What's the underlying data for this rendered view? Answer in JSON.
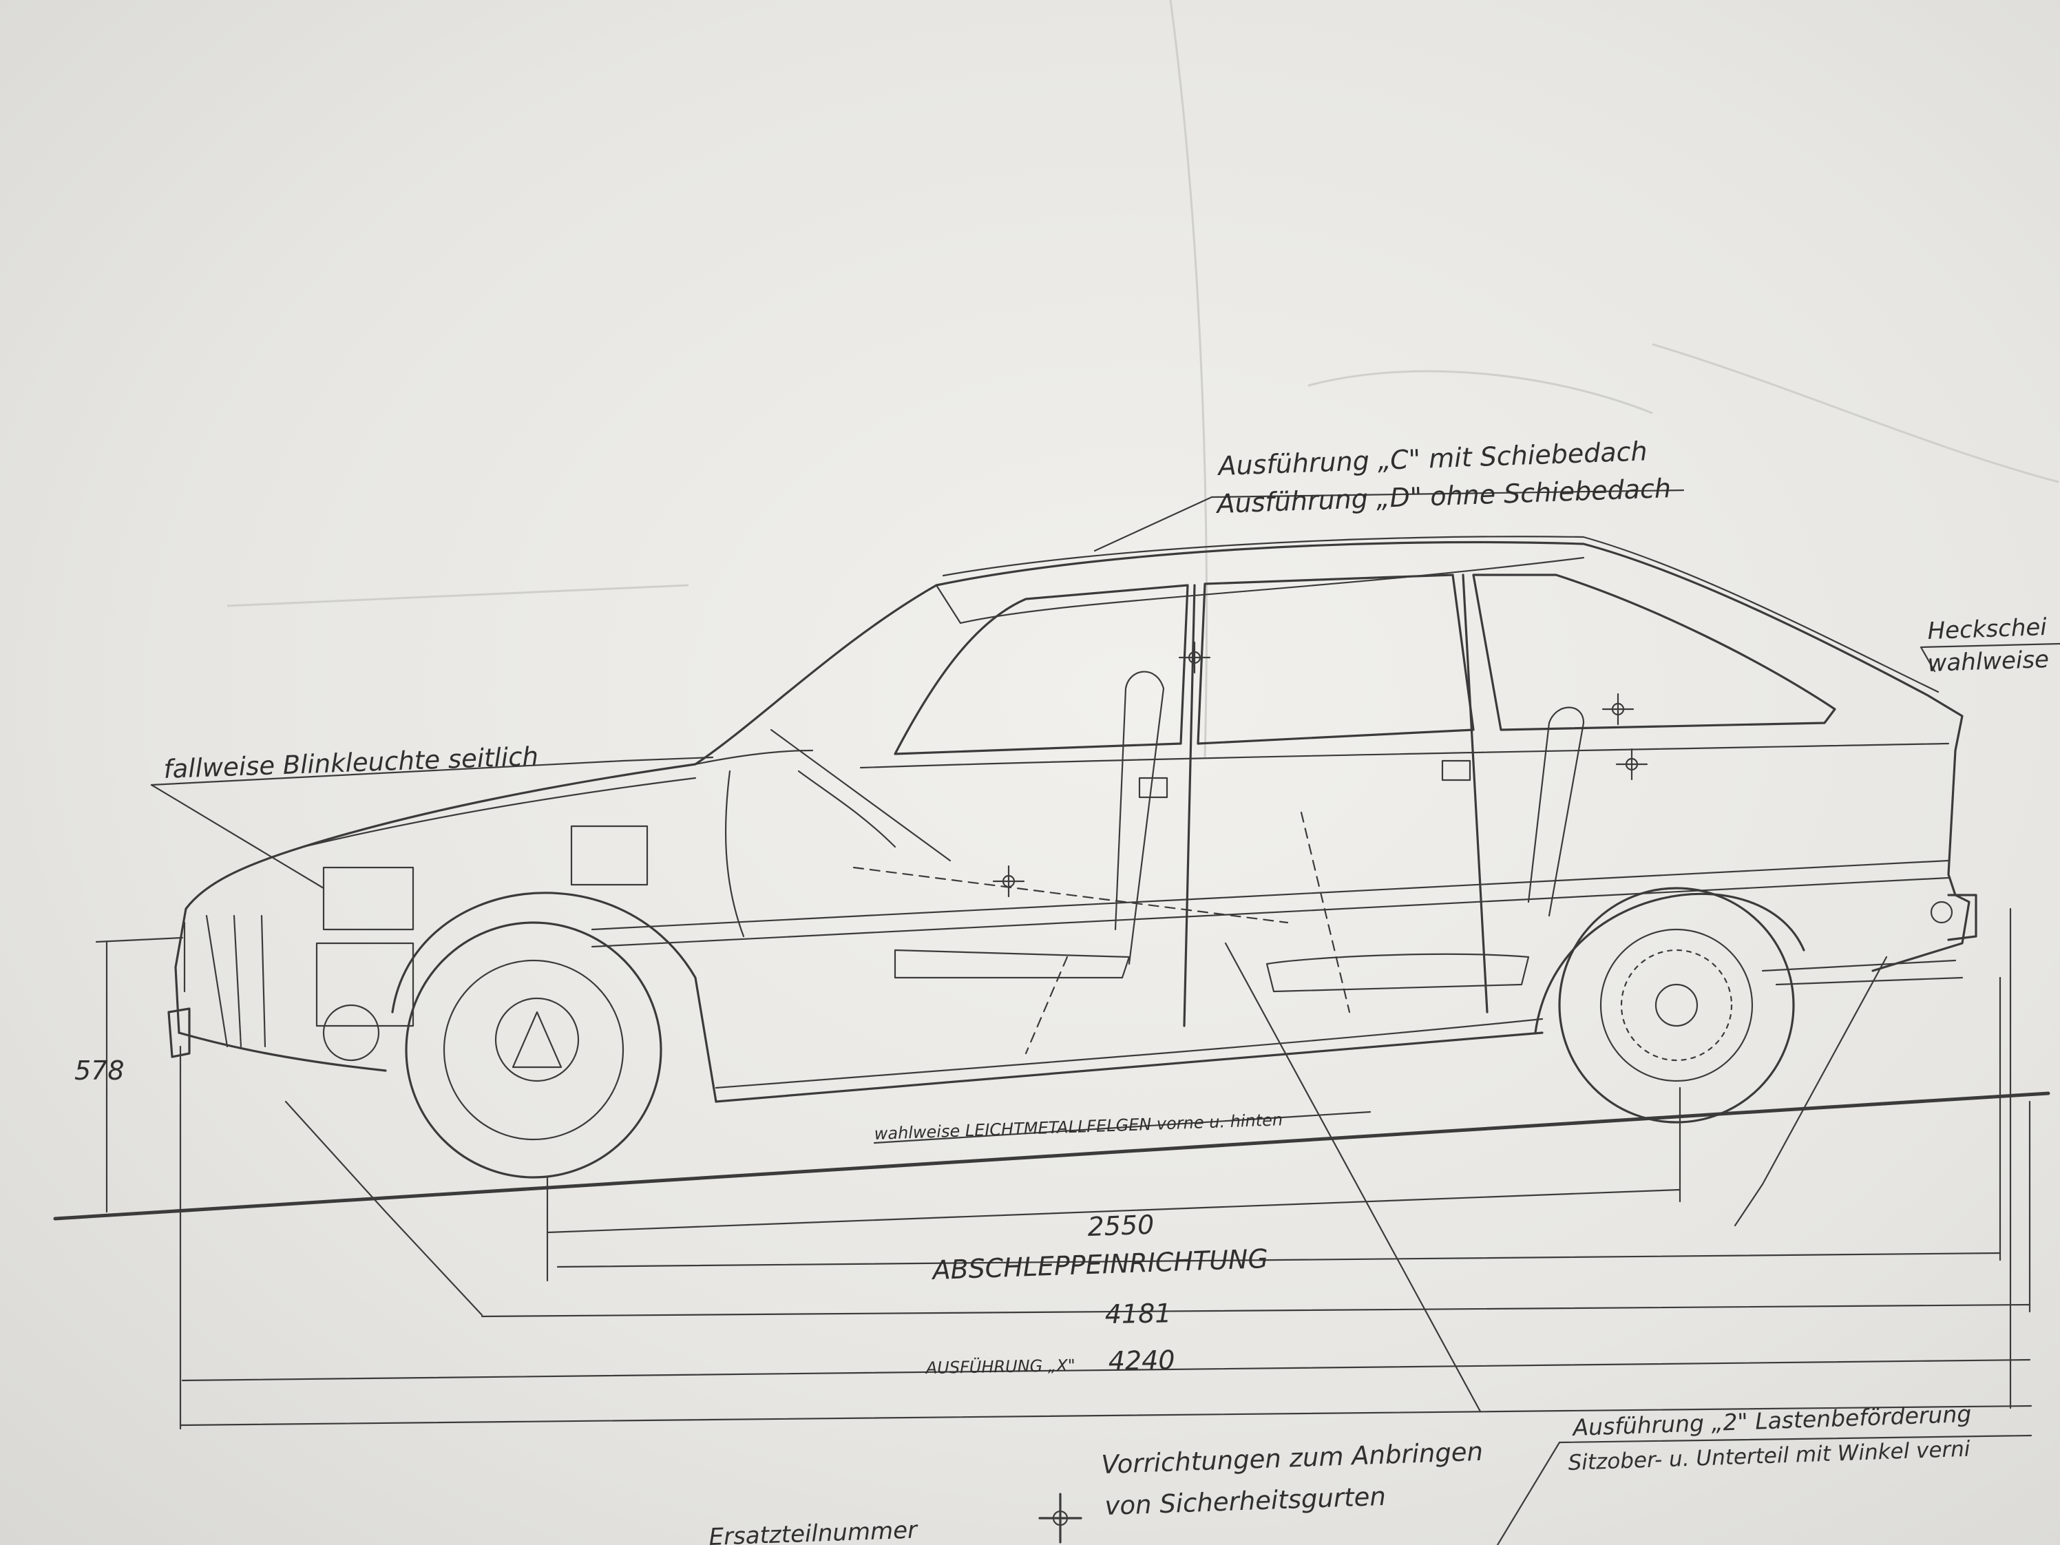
{
  "annotations": {
    "version_c": "Ausführung „C\" mit Schiebedach",
    "version_d": "Ausführung „D\" ohne Schiebedach",
    "side_indicator": "fallweise Blinkleuchte seitlich",
    "rear_window_1": "Heckschei",
    "rear_window_2": "wahlweise",
    "alloy_wheels": "wahlweise LEICHTMETALLFELGEN vorne u. hinten",
    "towing": "ABSCHLEPPEINRICHTUNG",
    "version_x": "AUSFÜHRUNG „X\"",
    "version_2_line1": "Ausführung „2\" Lastenbeförderung",
    "version_2_line2": "Sitzober- u. Unterteil mit Winkel verni",
    "belt_line1": "Vorrichtungen zum Anbringen",
    "belt_line2": "von Sicherheitsgurten",
    "bottom_cut": "Ersatzteilnummer"
  },
  "dimensions": {
    "height": "578",
    "wheelbase": "2550",
    "length": "4181",
    "length_x": "4240"
  },
  "colors": {
    "ink": "#3b3b3b",
    "paper": "#ecebe7"
  }
}
